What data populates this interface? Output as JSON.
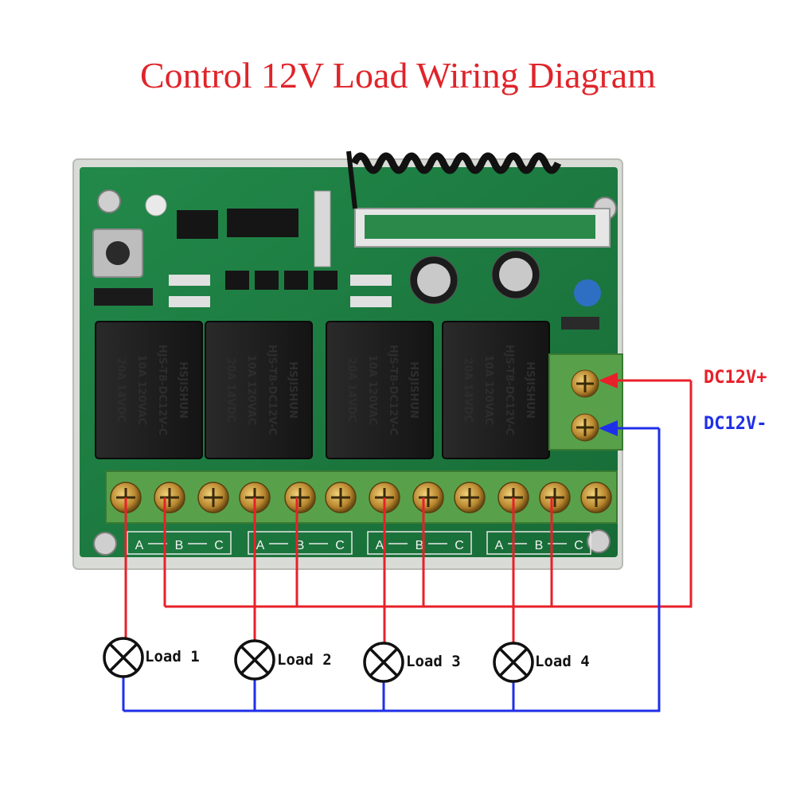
{
  "title": "Control 12V Load Wiring Diagram",
  "power": {
    "positive_label": "DC12V+",
    "negative_label": "DC12V-",
    "positive_color": "#e8202a",
    "negative_color": "#1f2fe8"
  },
  "relays": [
    {
      "brand": "HSJISHUN",
      "model": "HJS-T8-DC12V-C",
      "rating_ac": "10A 120VAC",
      "rating_dc": "20A 14VDC"
    },
    {
      "brand": "HSJISHUN",
      "model": "HJS-T8-DC12V-C",
      "rating_ac": "10A 120VAC",
      "rating_dc": "20A 14VDC"
    },
    {
      "brand": "HSJISHUN",
      "model": "HJS-T8-DC12V-C",
      "rating_ac": "10A 120VAC",
      "rating_dc": "20A 14VDC"
    },
    {
      "brand": "HSJISHUN",
      "model": "HJS-T8-DC12V-C",
      "rating_ac": "10A 120VAC",
      "rating_dc": "20A 14VDC"
    }
  ],
  "terminal_groups": [
    {
      "a": "A",
      "b": "B",
      "c": "C"
    },
    {
      "a": "A",
      "b": "B",
      "c": "C"
    },
    {
      "a": "A",
      "b": "B",
      "c": "C"
    },
    {
      "a": "A",
      "b": "B",
      "c": "C"
    }
  ],
  "loads": [
    {
      "label": "Load 1"
    },
    {
      "label": "Load 2"
    },
    {
      "label": "Load 3"
    },
    {
      "label": "Load 4"
    }
  ],
  "colors": {
    "title": "#e0242a",
    "pcb": "#1c7a3f",
    "terminal_block": "#58a14a",
    "relay": "#202020"
  }
}
